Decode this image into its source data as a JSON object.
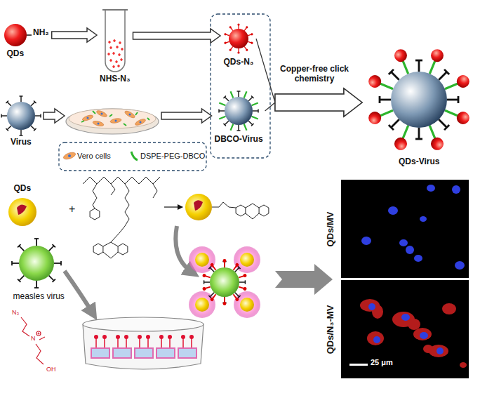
{
  "diagram": {
    "nodes": [
      {
        "text": [
          "QDs",
          "NH₂"
        ]
      },
      {
        "text": [
          "NHS-N₃"
        ]
      },
      {
        "text": [
          "QDs-N₃"
        ]
      },
      {
        "text": [
          "Virus"
        ]
      },
      {
        "text": [
          "DBCO-Virus"
        ]
      },
      {
        "text": [
          "QDs-Virus"
        ]
      },
      {
        "text": [
          "QDs"
        ]
      },
      {
        "text": [
          "measles virus"
        ]
      },
      {
        "text": [
          "QDs/MV"
        ]
      },
      {
        "text": [
          "QDs/N₃-MV",
          "25 μm"
        ]
      }
    ],
    "edges": [
      {
        "from": 0,
        "to": 1,
        "arrow": "to"
      },
      {
        "from": 1,
        "to": 2,
        "arrow": "to"
      },
      {
        "from": 3,
        "to": 4,
        "arrow": "to"
      },
      {
        "from": 2,
        "to": 5,
        "label": "Copper-free click chemistry",
        "arrow": "to"
      },
      {
        "from": 4,
        "to": 5,
        "arrow": "to"
      }
    ],
    "labels": [
      "+",
      "N₃",
      "N",
      "OH"
    ],
    "legend": [
      {
        "text": "Vero cells"
      },
      {
        "text": "DSPE-PEG-DBCO"
      }
    ]
  }
}
